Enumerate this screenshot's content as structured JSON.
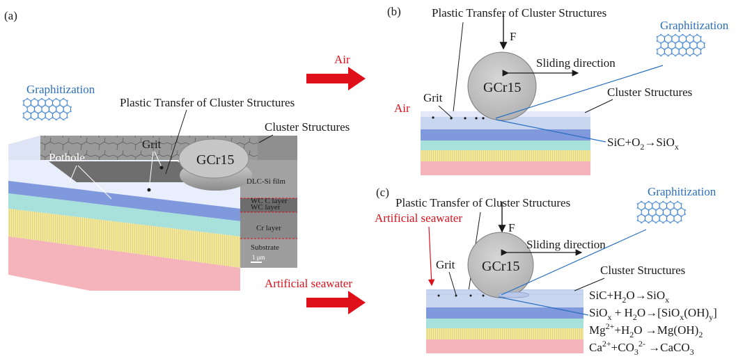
{
  "panels": {
    "a": {
      "tag": "(a)",
      "graphitization": "Graphitization",
      "plastic_transfer": "Plastic Transfer of Cluster Structures",
      "cluster_structures": "Cluster Structures",
      "grit": "Grit",
      "pothole": "Pothole",
      "ball": "GCr15",
      "layers": {
        "dlc": "DLC-Si film",
        "wcc": "WC C layer",
        "wc": "WC layer",
        "cr": "Cr layer",
        "substrate": "Substrate"
      },
      "scale_bar": "1 μm"
    },
    "arrows": {
      "air": "Air",
      "seawater": "Artificial seawater"
    },
    "b": {
      "tag": "(b)",
      "plastic_transfer": "Plastic Transfer of Cluster Structures",
      "force": "F",
      "sliding": "Sliding direction",
      "graphitization": "Graphitization",
      "grit": "Grit",
      "environment": "Air",
      "ball": "GCr15",
      "cluster_structures": "Cluster Structures",
      "reaction": {
        "base": "SiC+O",
        "sub1": "2",
        "mid": "→SiO",
        "sub2": "x"
      }
    },
    "c": {
      "tag": "(c)",
      "plastic_transfer": "Plastic Transfer of Cluster Structures",
      "environment": "Artificial seawater",
      "force": "F",
      "sliding": "Sliding direction",
      "graphitization": "Graphitization",
      "grit": "Grit",
      "ball": "GCr15",
      "cluster_structures": "Cluster Structures",
      "reactions": {
        "r1": {
          "a": "SiC+H",
          "s1": "2",
          "b": "O→SiO",
          "s2": "x"
        },
        "r2": {
          "a": "SiO",
          "s1": "x",
          "b": " + H",
          "s2": "2",
          "c": "O→[SiO",
          "s3": "x",
          "d": "(OH)",
          "s4": "y",
          "e": "]"
        },
        "r3": {
          "a": "Mg",
          "p1": "2+",
          "b": "+H",
          "s1": "2",
          "c": "O →Mg(OH)",
          "s2": "2"
        },
        "r4": {
          "a": "Ca",
          "p1": "2+",
          "b": "+CO",
          "s1": "3",
          "p2": "2-",
          "c": " →CaCO",
          "s2": "3"
        }
      }
    }
  },
  "colors": {
    "red": "#e0101a",
    "blue": "#2a6fc2",
    "film_blue": "#c9d6ef",
    "wc_blue": "#7f99dc",
    "cr_teal": "#a8e0dc",
    "yellow": "#f2e7a0",
    "substrate_pink": "#f5b3bc",
    "ball_gray": "#c6c6c6"
  }
}
